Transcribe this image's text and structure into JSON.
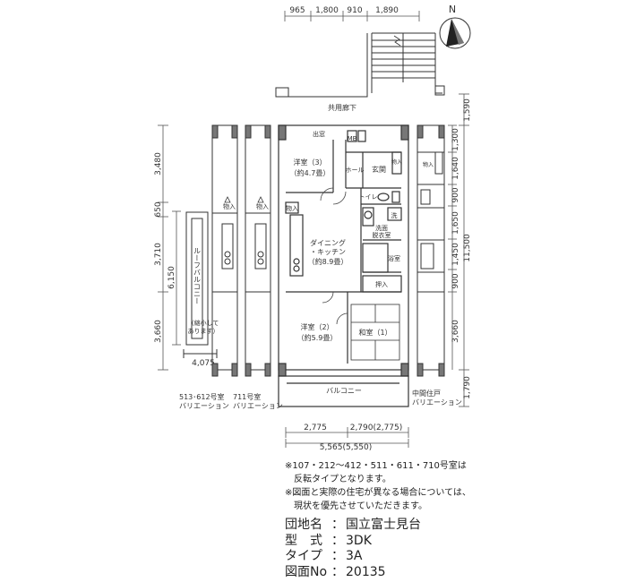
{
  "top_dims": [
    "965",
    "1,800",
    "910",
    "1,890"
  ],
  "corridor": "共用廊下",
  "right_inner_dims": [
    "1,300",
    "1,640",
    "900",
    "1,650",
    "1,450",
    "900",
    "3,660"
  ],
  "right_outer_dims": [
    "1,590",
    "11,500",
    "1,790"
  ],
  "left_outer_dims": [
    "3,480",
    "650",
    "3,710",
    "3,660"
  ],
  "left_inner_dims": [
    "6,150"
  ],
  "rooms": {
    "western3": "洋室（3）",
    "western3_size": "（約4.7畳）",
    "hall": "ホール",
    "entrance": "玄関",
    "toilet": "トイレ",
    "wash": "洗",
    "washroom1": "洗面",
    "washroom2": "脱衣室",
    "dining1": "ダイニング",
    "dining2": "・キッチン",
    "dining_size": "（約8.9畳）",
    "bath": "浴室",
    "closet": "押入",
    "western2": "洋室（2）",
    "western2_size": "（約5.9畳）",
    "japanese1": "和室（1）",
    "balcony": "バルコニー",
    "roof_balcony": "ルーフバルコニー",
    "storage": "物入",
    "out": "出窓",
    "mb": "MB",
    "shrink1": "（縮小して",
    "shrink2": "あります）"
  },
  "variations": {
    "v1_line1": "513･612号室",
    "v1_line2": "バリエーション",
    "v2_line1": "711号室",
    "v2_line2": "バリエーション",
    "v3_line1": "中間住戸",
    "v3_line2": "バリエーション"
  },
  "roof_width": "4,075",
  "bottom_dims": {
    "left": "2,775",
    "right": "2,790(2,775)",
    "total": "5,565(5,550)"
  },
  "notes": [
    "※107・212～412・511・611・710号室は",
    "　反転タイプとなります。",
    "※図面と実際の住宅が異なる場合については、",
    "　現状を優先させていただきます。"
  ],
  "spec": [
    {
      "key": "団地名",
      "value": "国立富士見台"
    },
    {
      "key": "型　式",
      "value": "3DK"
    },
    {
      "key": "タイプ",
      "value": "3A"
    },
    {
      "key": "図面No",
      "value": "20135"
    }
  ],
  "compass": "N"
}
